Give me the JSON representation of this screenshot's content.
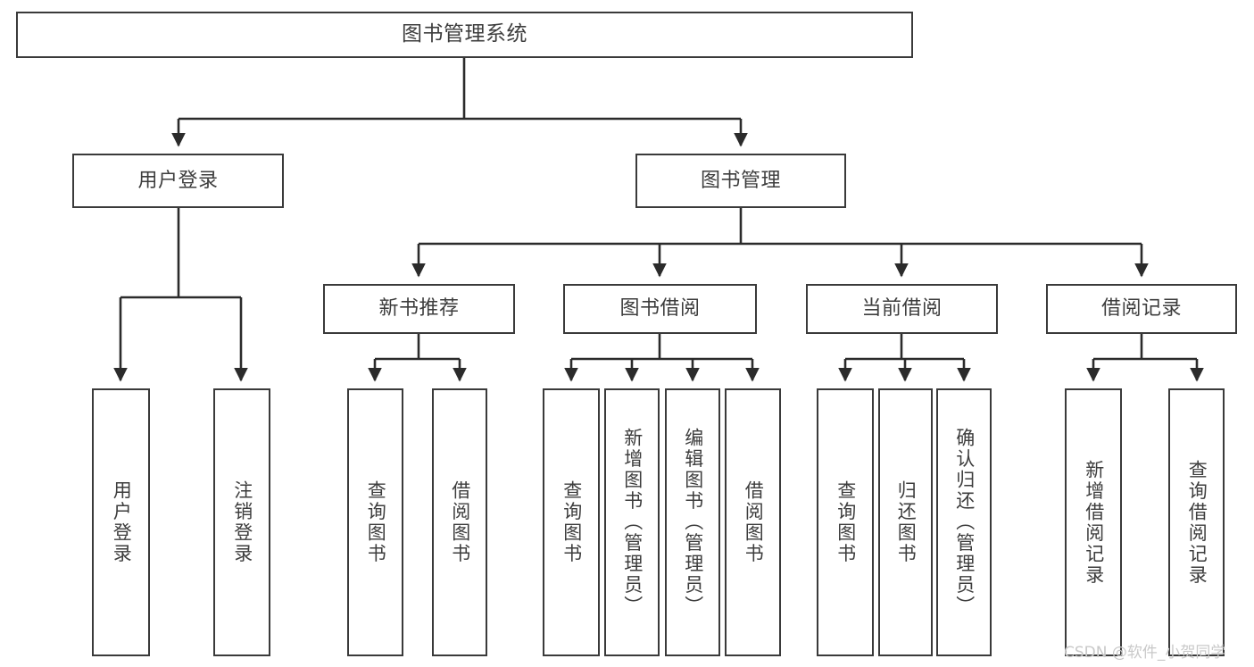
{
  "diagram": {
    "type": "tree",
    "title": "图书管理系统",
    "orientation": "top-down",
    "colors": {
      "box_border": "#3a3a3a",
      "box_fill": "#ffffff",
      "text": "#3d3d3d",
      "edge": "#2b2b2b",
      "watermark": "#c9c9c9",
      "background": "#ffffff"
    }
  },
  "nodes": {
    "root": {
      "label": "图书管理系统"
    },
    "level2": [
      {
        "id": "user-login",
        "label": "用户登录"
      },
      {
        "id": "book-manage",
        "label": "图书管理"
      }
    ],
    "level3": [
      {
        "id": "new-book-recommend",
        "label": "新书推荐"
      },
      {
        "id": "book-borrow",
        "label": "图书借阅"
      },
      {
        "id": "current-borrow",
        "label": "当前借阅"
      },
      {
        "id": "borrow-record",
        "label": "借阅记录"
      }
    ],
    "leaves": {
      "user-login": [
        {
          "id": "leaf-user-login",
          "label": "用户登录"
        },
        {
          "id": "leaf-user-logout",
          "label": "注销登录"
        }
      ],
      "new-book-recommend": [
        {
          "id": "leaf-query-book-1",
          "label": "查询图书"
        },
        {
          "id": "leaf-borrow-book-1",
          "label": "借阅图书"
        }
      ],
      "book-borrow": [
        {
          "id": "leaf-query-book-2",
          "label": "查询图书"
        },
        {
          "id": "leaf-add-book",
          "label": "新增图书（管理员）"
        },
        {
          "id": "leaf-edit-book",
          "label": "编辑图书（管理员）"
        },
        {
          "id": "leaf-borrow-book-2",
          "label": "借阅图书"
        }
      ],
      "current-borrow": [
        {
          "id": "leaf-query-book-3",
          "label": "查询图书"
        },
        {
          "id": "leaf-return-book",
          "label": "归还图书"
        },
        {
          "id": "leaf-confirm-return",
          "label": "确认归还（管理员）"
        }
      ],
      "borrow-record": [
        {
          "id": "leaf-add-record",
          "label": "新增借阅记录"
        },
        {
          "id": "leaf-query-record",
          "label": "查询借阅记录"
        }
      ]
    }
  },
  "watermark": {
    "text": "CSDN @软件_小贺同学"
  }
}
